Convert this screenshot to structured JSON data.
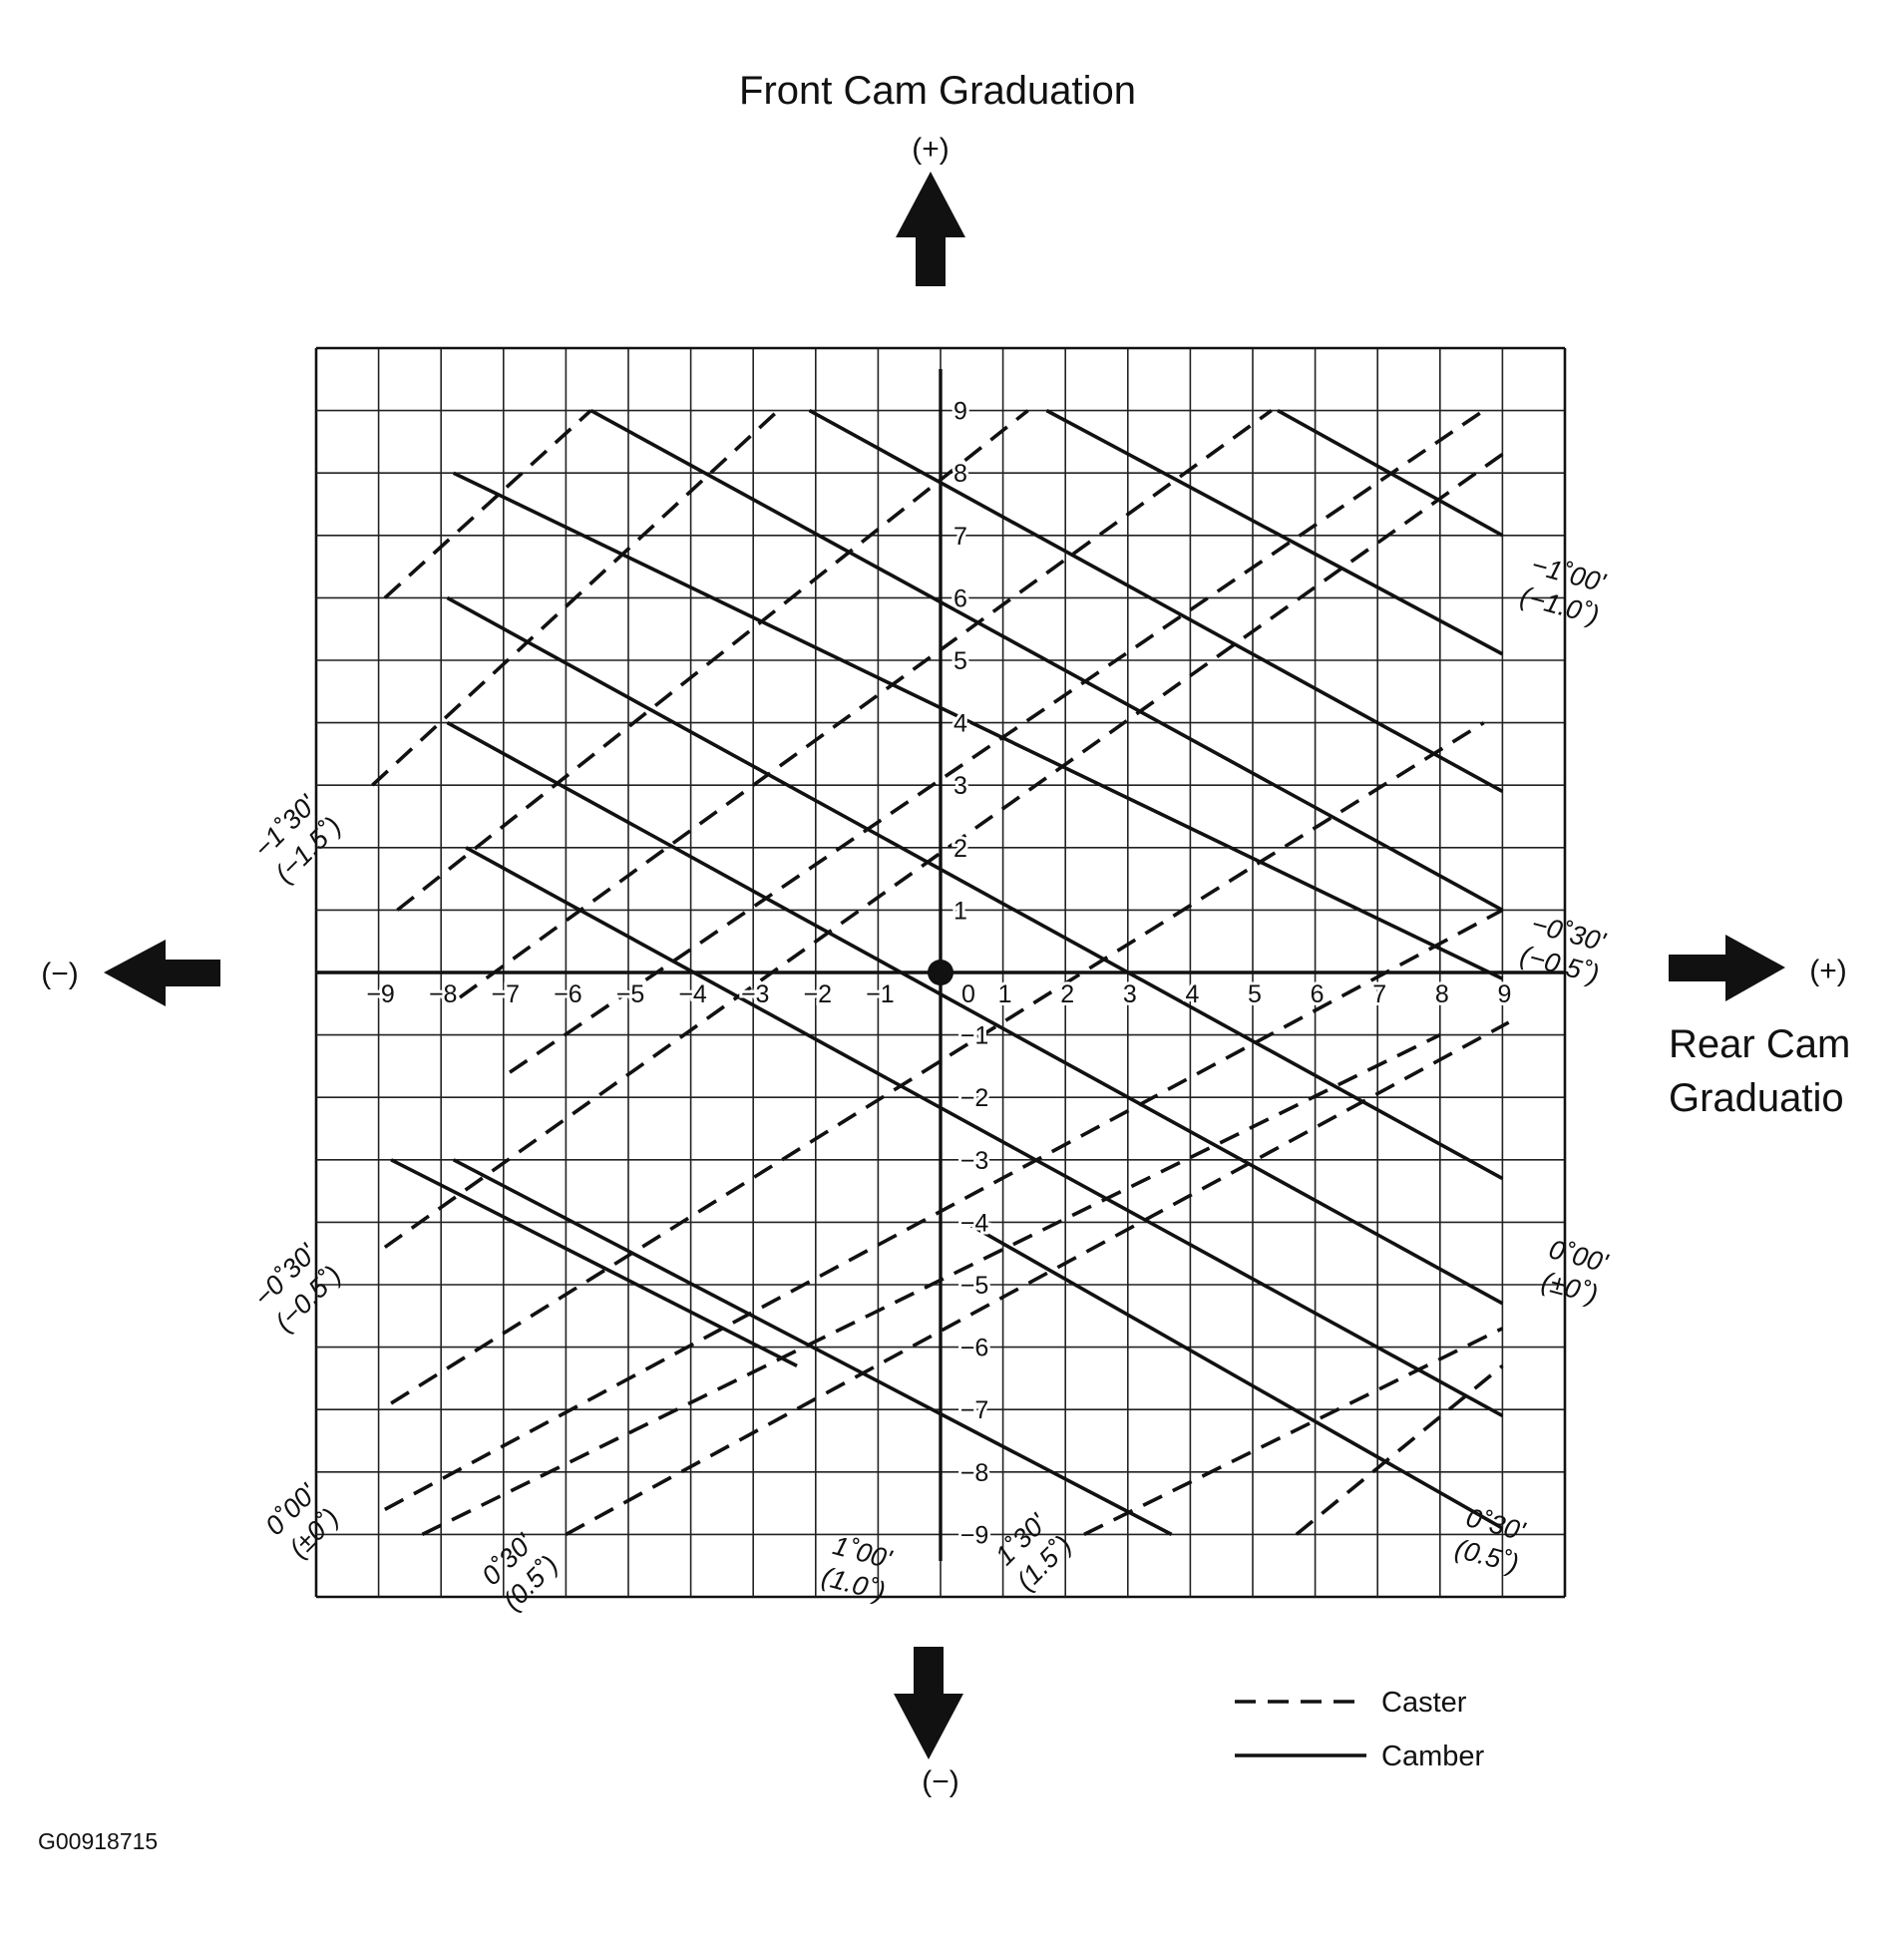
{
  "title": "Front Cam Graduation",
  "top_sign": "(+)",
  "bottom_sign": "(−)",
  "left_sign": "(−)",
  "right_sign": "(+)",
  "right_title": [
    "Rear Cam",
    "Graduatio"
  ],
  "x_ticks": [
    "−9",
    "−8",
    "−7",
    "−6",
    "−5",
    "−4",
    "−3",
    "−2",
    "−1",
    "0",
    "1",
    "2",
    "3",
    "4",
    "5",
    "6",
    "7",
    "8",
    "9"
  ],
  "y_ticks": [
    "9",
    "8",
    "7",
    "6",
    "5",
    "4",
    "3",
    "2",
    "1",
    "−1",
    "−2",
    "−3",
    "−4",
    "−5",
    "−6",
    "−7",
    "−8",
    "−9"
  ],
  "line_labels": [
    [
      "−1˚00'",
      "(−1.0˚)"
    ],
    [
      "−0˚30'",
      "(−0.5˚)"
    ],
    [
      "0˚00'",
      "(±0˚)"
    ],
    [
      "0˚30'",
      "(0.5˚)"
    ],
    [
      "1˚30'",
      "(1.5˚)"
    ],
    [
      "1˚00'",
      "(1.0˚)"
    ],
    [
      "0˚30'",
      "(0.5˚)"
    ],
    [
      "0˚00'",
      "(±0˚)"
    ],
    [
      "−0˚30'",
      "(−0.5˚)"
    ],
    [
      "−1˚30'",
      "(−1.5˚)"
    ]
  ],
  "legend": {
    "caster": "Caster",
    "camber": "Camber"
  },
  "reference_code": "G00918715",
  "camber_lines": [
    [
      [
        -5.6,
        9
      ],
      [
        9,
        1
      ]
    ],
    [
      [
        -7.8,
        8
      ],
      [
        9,
        -0.1
      ]
    ],
    [
      [
        -2.1,
        9
      ],
      [
        9,
        2.9
      ]
    ],
    [
      [
        -7.9,
        6
      ],
      [
        9,
        -3.3
      ]
    ],
    [
      [
        1.7,
        9
      ],
      [
        9,
        5.1
      ]
    ],
    [
      [
        -7.9,
        4
      ],
      [
        9,
        -5.3
      ]
    ],
    [
      [
        5.4,
        9
      ],
      [
        9,
        7
      ]
    ],
    [
      [
        -7.6,
        2
      ],
      [
        9,
        -7.1
      ]
    ],
    [
      [
        -7.8,
        -3
      ],
      [
        3.7,
        -9
      ]
    ],
    [
      [
        -8.8,
        -3
      ],
      [
        -2.3,
        -6.3
      ]
    ],
    [
      [
        0.4,
        -4
      ],
      [
        9,
        -8.9
      ]
    ]
  ],
  "caster_lines": [
    [
      [
        -8.9,
        6
      ],
      [
        -5.6,
        9
      ]
    ],
    [
      [
        -9.1,
        3
      ],
      [
        -2.6,
        9
      ]
    ],
    [
      [
        -8.7,
        1
      ],
      [
        1.4,
        9
      ]
    ],
    [
      [
        -7.7,
        -0.4
      ],
      [
        5.3,
        9
      ]
    ],
    [
      [
        -6.9,
        -1.6
      ],
      [
        8.7,
        9
      ]
    ],
    [
      [
        -8.9,
        -4.4
      ],
      [
        9,
        8.3
      ]
    ],
    [
      [
        -8.8,
        -6.9
      ],
      [
        8.7,
        4
      ]
    ],
    [
      [
        -8.9,
        -8.6
      ],
      [
        9,
        1
      ]
    ],
    [
      [
        -8.3,
        -9
      ],
      [
        8,
        -1
      ]
    ],
    [
      [
        -6,
        -9
      ],
      [
        9.1,
        -0.8
      ]
    ],
    [
      [
        2.3,
        -9
      ],
      [
        9,
        -5.7
      ]
    ],
    [
      [
        5.7,
        -9
      ],
      [
        9,
        -6.3
      ]
    ]
  ],
  "origin_point": [
    0,
    0
  ]
}
